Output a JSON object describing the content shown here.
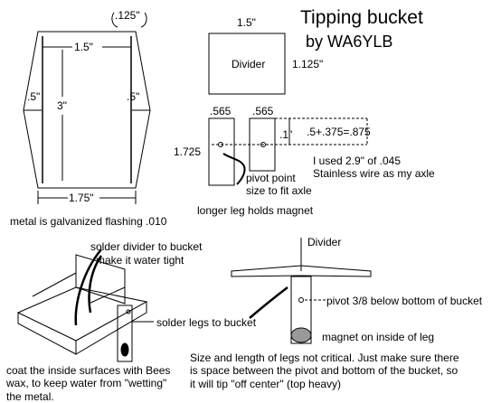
{
  "title": "Tipping bucket",
  "author": "by WA6YLB",
  "side_view": {
    "top_dim": ".125\"",
    "width_dim": "1.5\"",
    "height_dim": "3\"",
    "left_flare_dim": ".5\"",
    "right_flare_dim": ".5\"",
    "bottom_dim": "1.75\"",
    "material_note": "metal is galvanized flashing .010"
  },
  "divider": {
    "width_dim": "1.5\"",
    "label": "Divider",
    "height_dim": "1.125\""
  },
  "legs": {
    "left_width": ".565",
    "right_width": ".565",
    "height_dim": "1.725",
    "offset_dim": ".1\"",
    "calc": ".5+.375=.875",
    "axle_note_line1": "I used 2.9\" of .045",
    "axle_note_line2": "Stainless wire as my axle",
    "pivot_line1": "pivot point",
    "pivot_line2": "size to fit axle",
    "magnet_note": "longer leg holds magnet"
  },
  "assembly": {
    "solder_divider_line1": "solder divider to bucket",
    "solder_divider_line2": "make it water tight",
    "solder_legs": "solder legs to bucket",
    "coat_note": "coat the inside surfaces with Bees wax, to keep water from \"wetting\" the metal."
  },
  "front_view": {
    "divider_label": "Divider",
    "pivot_note": "pivot 3/8 below bottom of bucket",
    "magnet_label": "magnet on inside of leg",
    "size_note": "Size and length of legs not critical. Just make sure there is space between the pivot and bottom of the bucket, so it will tip \"off center\" (top heavy)"
  }
}
